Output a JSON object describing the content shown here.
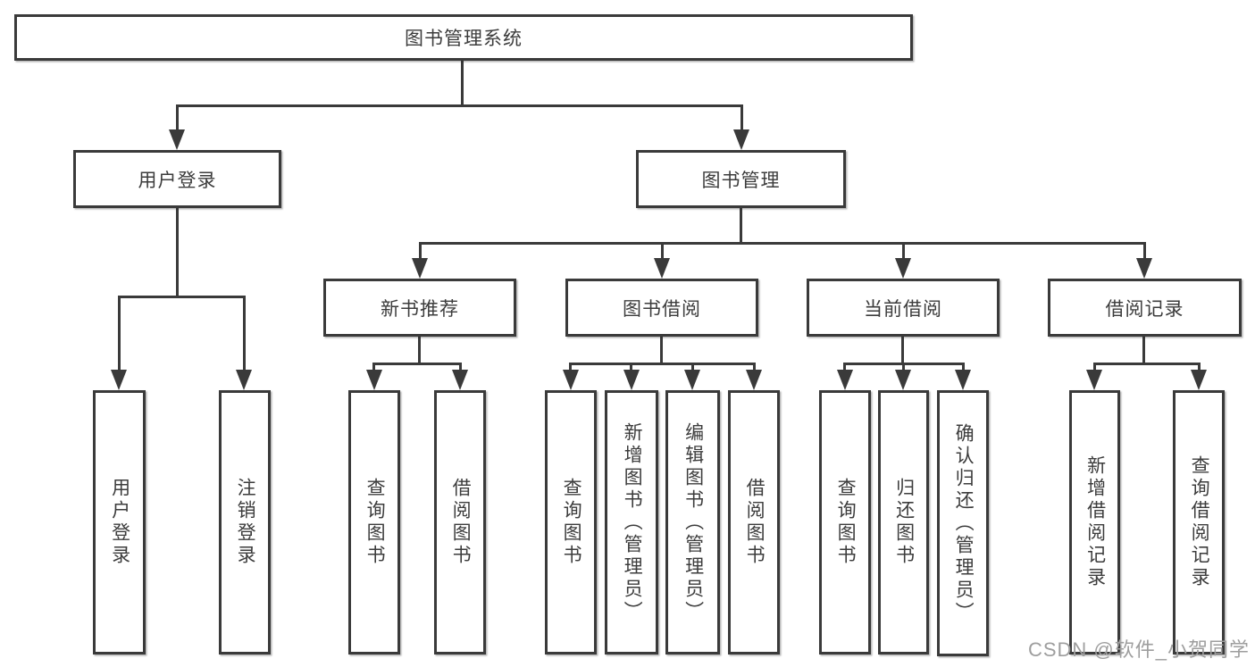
{
  "colors": {
    "line": "#3a3a3a",
    "text": "#3c3c3c",
    "watermark": "#9e9e9e",
    "background": "#ffffff"
  },
  "watermark": "CSDN @软件_小贺同学",
  "nodes": {
    "root": "图书管理系统",
    "login": "用户登录",
    "mgmt": "图书管理",
    "newbook": "新书推荐",
    "borrow": "图书借阅",
    "current": "当前借阅",
    "records": "借阅记录",
    "leaves": {
      "login": [
        "用户登录",
        "注销登录"
      ],
      "newbook": [
        "查询图书",
        "借阅图书"
      ],
      "borrow": [
        "查询图书",
        "新增图书（管理员）",
        "编辑图书（管理员）",
        "借阅图书"
      ],
      "current": [
        "查询图书",
        "归还图书",
        "确认归还（管理员）"
      ],
      "records": [
        "新增借阅记录",
        "查询借阅记录"
      ]
    }
  }
}
